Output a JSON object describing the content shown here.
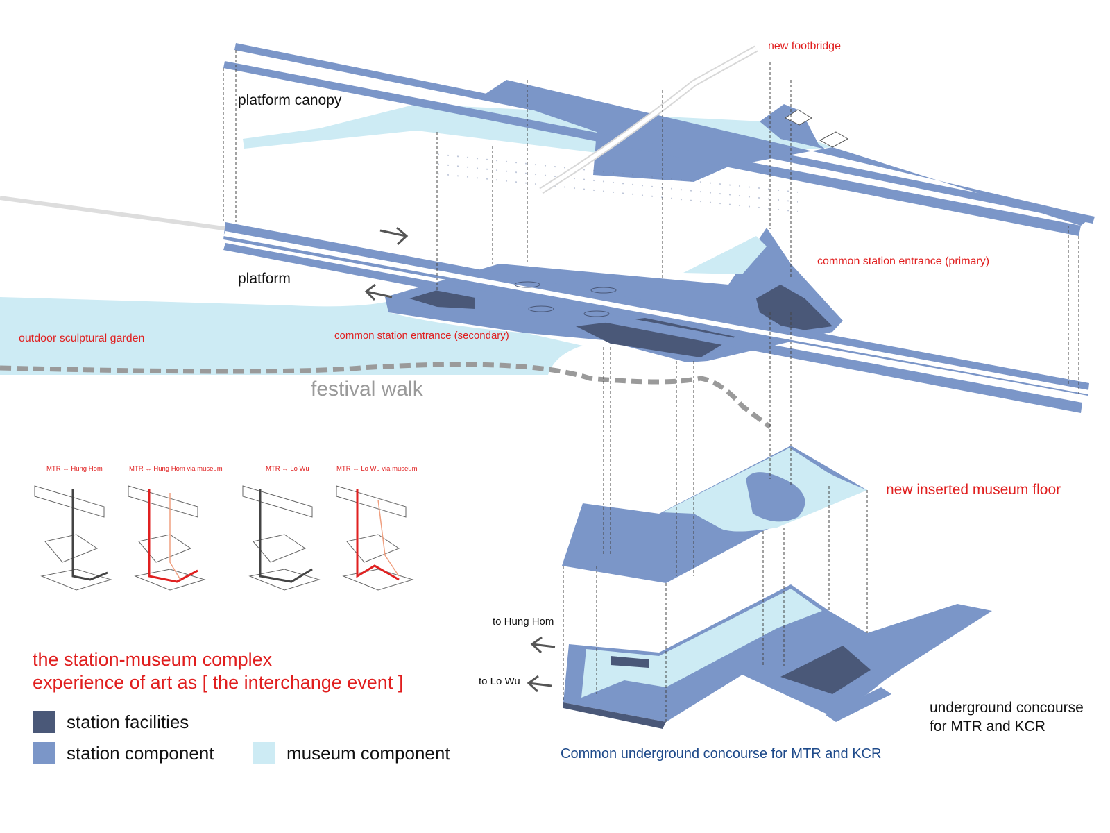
{
  "labels": {
    "platform_canopy": "platform canopy",
    "platform": "platform",
    "new_footbridge": "new footbridge",
    "common_entrance_primary": "common station entrance (primary)",
    "common_entrance_secondary": "common station entrance (secondary)",
    "outdoor_garden": "outdoor sculptural garden",
    "festival_walk": "festival walk",
    "new_museum_floor": "new inserted museum floor",
    "to_hung_hom": "to Hung Hom",
    "to_lo_wu": "to Lo Wu",
    "underground_concourse_line1": "underground concourse",
    "underground_concourse_line2": "for MTR and KCR",
    "common_underground_concourse": "Common underground concourse for MTR and KCR"
  },
  "title": {
    "line1": "the station-museum complex",
    "line2": "experience of art as [ the interchange event ]"
  },
  "legend": [
    {
      "label": "station facilities",
      "color": "#4a5878"
    },
    {
      "label": "station component",
      "color": "#7b96c8"
    },
    {
      "label": "museum component",
      "color": "#cdebf4"
    }
  ],
  "routes": [
    {
      "title": "MTR ↔ Hung Hom",
      "path_color": "#444444"
    },
    {
      "title": "MTR ↔ Hung Hom via museum",
      "path_color": "#e02020"
    },
    {
      "title": "MTR ↔ Lo Wu",
      "path_color": "#444444"
    },
    {
      "title": "MTR ↔ Lo Wu via museum",
      "path_color": "#e02020"
    }
  ],
  "colors": {
    "station_facilities": "#4a5878",
    "station_component": "#7b96c8",
    "museum_component": "#cdebf4",
    "accent_red": "#e01e1e",
    "walk_grey": "#9a9a9a",
    "navy_text": "#1e4a8a"
  }
}
